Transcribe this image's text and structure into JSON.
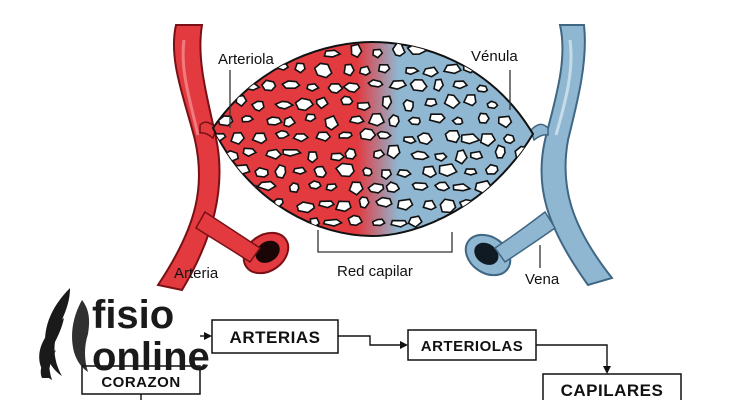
{
  "diagram": {
    "labels": {
      "arteriola": "Arteriola",
      "venula": "Vénula",
      "arteria": "Arteria",
      "red_capilar": "Red capilar",
      "vena": "Vena"
    },
    "flow": {
      "corazon": "CORAZON",
      "arterias": "ARTERIAS",
      "arteriolas": "ARTERIOLAS",
      "capilares": "CAPILARES"
    }
  },
  "logo": {
    "line1": "fisio",
    "line2": "online"
  },
  "colors": {
    "artery": "#e23a3f",
    "artery_dark": "#9d1c21",
    "vein": "#8fb7d1",
    "vein_dark": "#4f7f9f",
    "network_outline": "#0d0d0d"
  }
}
